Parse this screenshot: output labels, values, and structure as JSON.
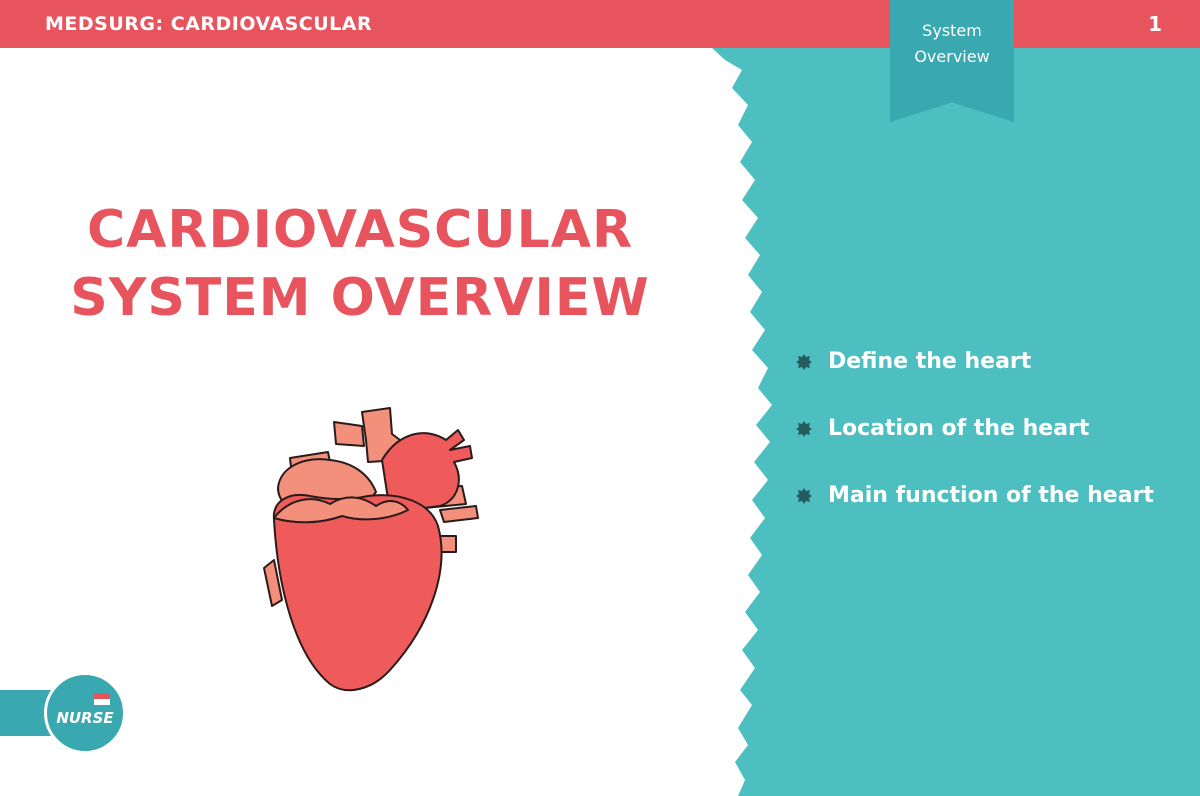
{
  "header": {
    "title": "MEDSURG: CARDIOVASCULAR",
    "page_number": "1"
  },
  "tag": {
    "line1": "System",
    "line2": "Overview"
  },
  "main": {
    "title_line1": "CARDIOVASCULAR",
    "title_line2": "SYSTEM OVERVIEW"
  },
  "topics": [
    {
      "label": "Define the heart"
    },
    {
      "label": "Location of the heart"
    },
    {
      "label": "Main function of the heart"
    }
  ],
  "logo": {
    "brand": "NURSE"
  },
  "colors": {
    "accent_red": "#e8545e",
    "teal": "#4dbfc0",
    "ribbon_teal": "#3aa8b0",
    "heart_red": "#ef5b5b",
    "heart_light": "#f2907c"
  },
  "icons": {
    "bullet": "star-burst-icon",
    "heart": "anatomical-heart-icon",
    "logo": "nurse-scrubs-logo-icon"
  }
}
